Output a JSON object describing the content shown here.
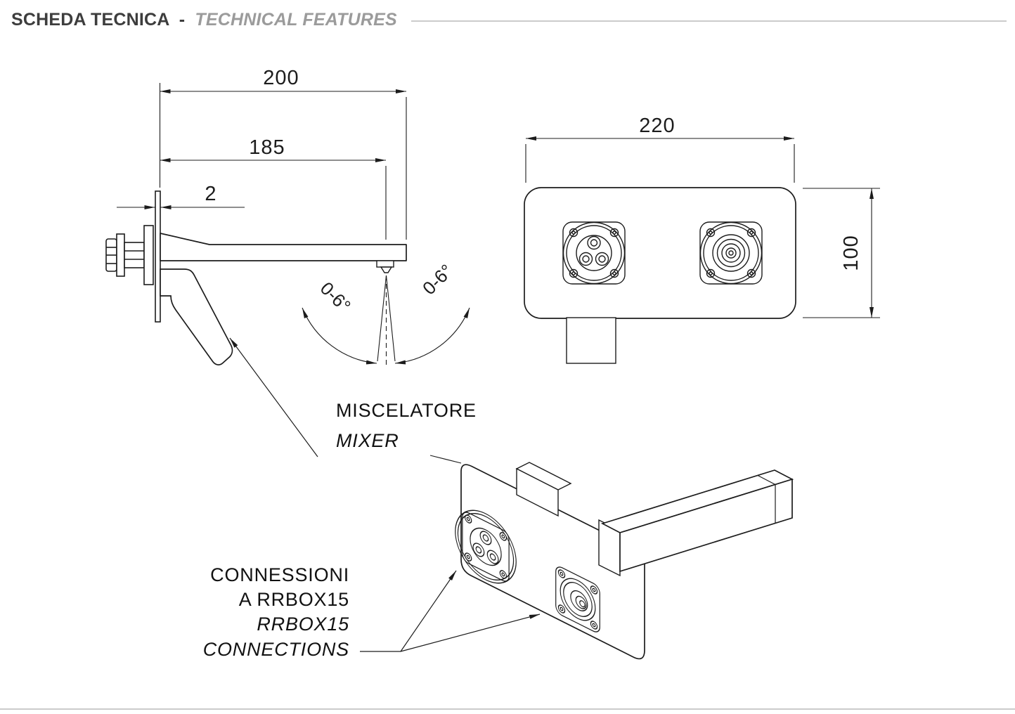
{
  "header": {
    "title_it": "SCHEDA TECNICA",
    "separator": "-",
    "title_en": "TECHNICAL FEATURES"
  },
  "side_view": {
    "dim_spout_total": "200",
    "dim_spout_to_outlet": "185",
    "dim_plate_thickness": "2",
    "angle_left": "0-6°",
    "angle_right": "0-6°"
  },
  "front_view": {
    "dim_width": "220",
    "dim_height": "100"
  },
  "labels": {
    "mixer_it": "MISCELATORE",
    "mixer_en": "MIXER",
    "connections_it_line1": "CONNESSIONI",
    "connections_it_line2": "A RRBOX15",
    "connections_en_line1": "RRBOX15",
    "connections_en_line2": "CONNECTIONS"
  },
  "colors": {
    "ink": "#1c1c1c",
    "header_title": "#3d3d3d",
    "header_subtitle": "#9b9b9b",
    "rule": "#cbcbcb",
    "background": "#ffffff"
  }
}
